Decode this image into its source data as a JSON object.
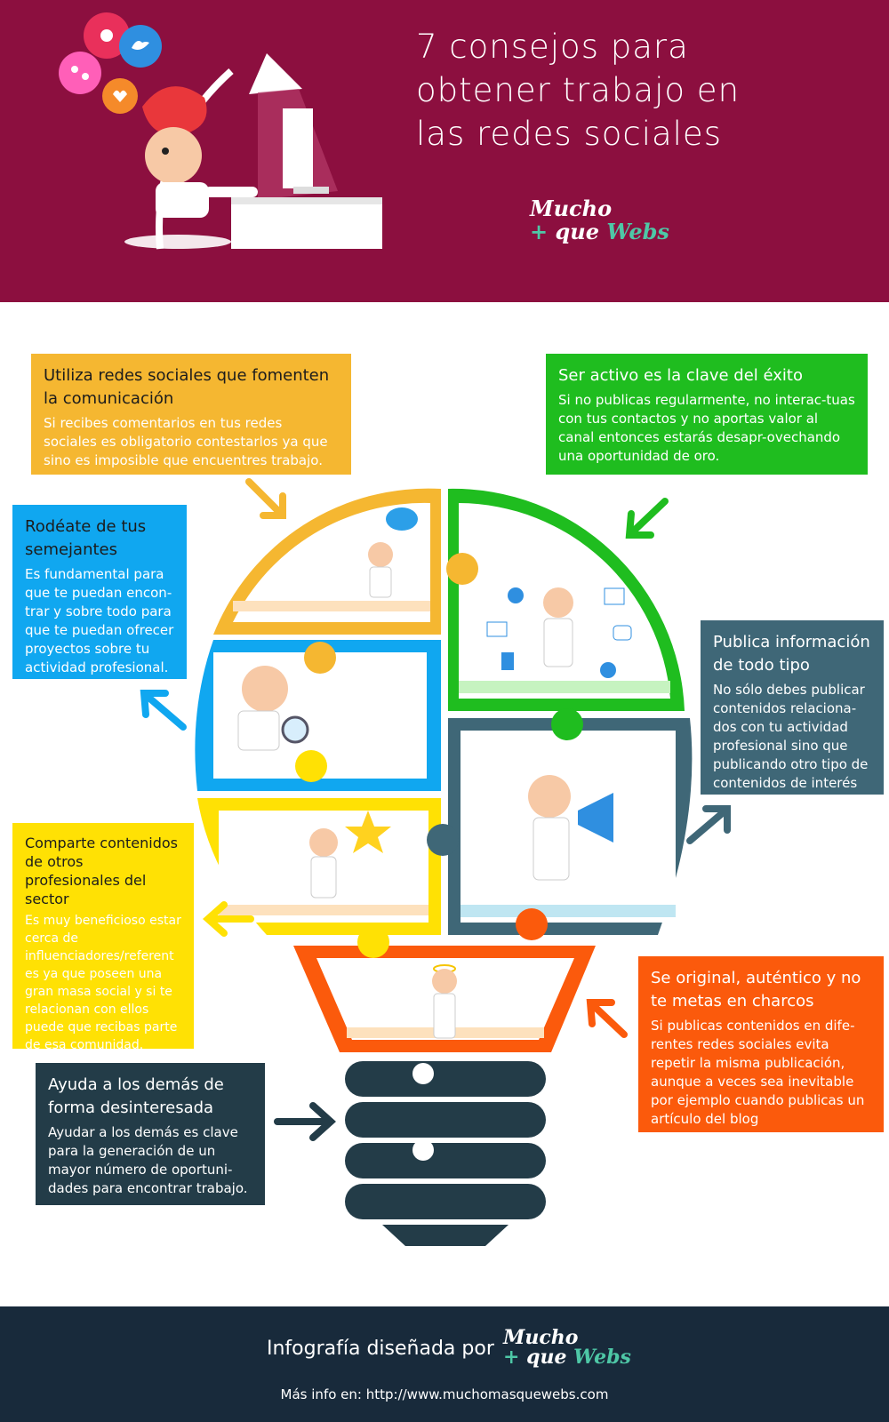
{
  "header": {
    "title_lines": [
      "7 consejos para",
      "obtener trabajo en",
      "las redes sociales"
    ],
    "logo": {
      "line1": "Mucho",
      "plus": "+",
      "line2": "que",
      "line3": "Webs"
    }
  },
  "tips": [
    {
      "title": "Utiliza redes sociales que fomenten la comunicación",
      "body": "Si recibes comentarios en tus redes sociales es obligatorio contestarlos ya que sino es imposible que encuentres trabajo."
    },
    {
      "title": "Ser activo es la clave del éxito",
      "body": "Si no publicas regularmente, no interac-tuas con tus contactos y no aportas valor al canal entonces estarás desapr-ovechando una oportunidad de oro."
    },
    {
      "title": "Rodéate de tus semejantes",
      "body": "Es fundamental para que te puedan encon-trar y sobre todo para que te puedan ofrecer proyectos sobre tu actividad profesional."
    },
    {
      "title": "Publica información de todo tipo",
      "body": "No sólo debes publicar contenidos relaciona-dos con tu actividad profesional sino que publicando otro tipo de contenidos de interés"
    },
    {
      "title": "Comparte contenidos de otros profesionales del sector",
      "body": "Es muy beneficioso estar cerca de influenciadores/referent es ya que poseen una gran masa social y si te relacionan con ellos puede que recibas parte de esa comunidad."
    },
    {
      "title": "Se original, auténtico y no te metas en charcos",
      "body": "Si publicas contenidos en dife-rentes redes sociales evita repetir la misma publicación, aunque a veces sea inevitable por ejemplo cuando publicas un artículo del blog"
    },
    {
      "title": "Ayuda a los demás de forma desinteresada",
      "body": "Ayudar a los demás es clave para la generación de un mayor número de oportuni-dades para encontrar trabajo."
    }
  ],
  "footer": {
    "designed_by": "Infografía diseñada por",
    "info": "Más info en: http://www.muchomasquewebs.com"
  },
  "colors": {
    "header_bg": "#8c0f3f",
    "orange": "#f5b731",
    "green": "#1fbd1f",
    "blue": "#10a7f0",
    "slate": "#3f6777",
    "yellow": "#ffe104",
    "redorange": "#fb5a0c",
    "dark": "#233c48",
    "footer_bg": "#182a3b",
    "teal": "#4ec7a6"
  }
}
